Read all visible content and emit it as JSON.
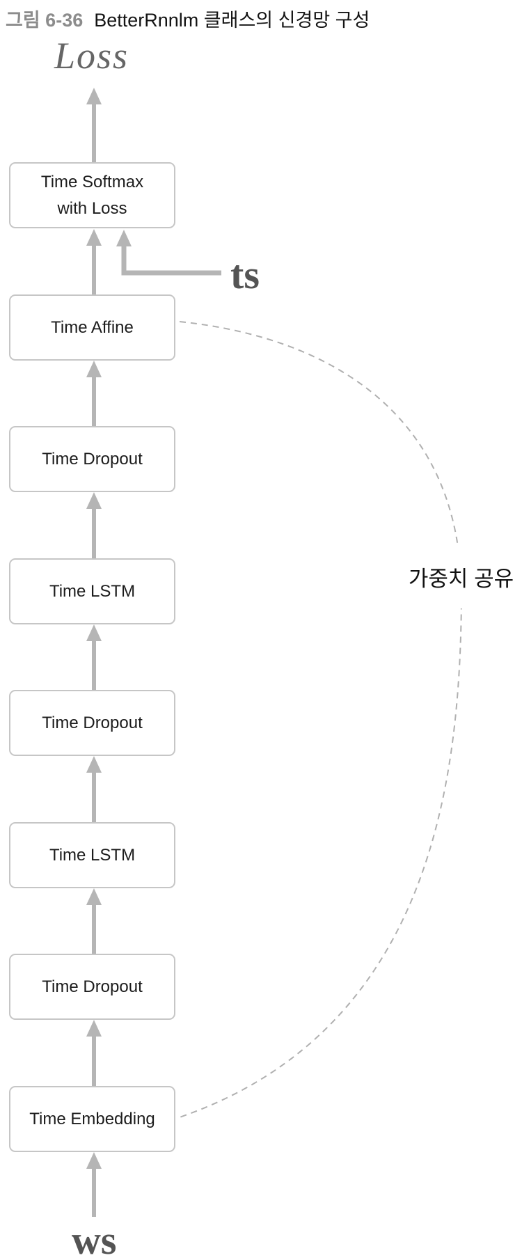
{
  "figure": {
    "number": "그림 6-36",
    "title": "BetterRnnlm 클래스의 신경망 구성"
  },
  "diagram": {
    "output_label": "Loss",
    "target_label": "ts",
    "input_label": "ws",
    "weight_sharing_label": "가중치 공유",
    "layers_top_to_bottom": [
      {
        "label": "Time Softmax\nwith Loss"
      },
      {
        "label": "Time Affine"
      },
      {
        "label": "Time Dropout"
      },
      {
        "label": "Time LSTM"
      },
      {
        "label": "Time Dropout"
      },
      {
        "label": "Time LSTM"
      },
      {
        "label": "Time Dropout"
      },
      {
        "label": "Time Embedding"
      }
    ]
  },
  "colors": {
    "arrow": "#b5b5b5",
    "box_border": "#c6c6c6",
    "box_text": "#1c1c1c",
    "loss_text": "#666666",
    "io_text": "#545454",
    "figure_number": "#8c8c8c",
    "dashed_link": "#b0b0b0"
  }
}
